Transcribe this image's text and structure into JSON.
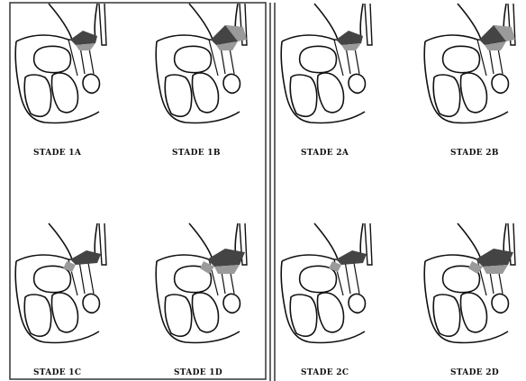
{
  "colors": {
    "background": "#ffffff",
    "line": "#111111",
    "ligament_dark": "#444444",
    "ligament_light": "#9a9a9a",
    "frame": "#333333"
  },
  "panels": {
    "left": {
      "stages": [
        {
          "code": "1A",
          "label": "STADE 1A"
        },
        {
          "code": "1B",
          "label": "STADE 1B"
        },
        {
          "code": "1C",
          "label": "STADE 1C"
        },
        {
          "code": "1D",
          "label": "STADE 1D"
        }
      ]
    },
    "right": {
      "stages": [
        {
          "code": "2A",
          "label": "STADE 2A"
        },
        {
          "code": "2B",
          "label": "STADE 2B"
        },
        {
          "code": "2C",
          "label": "STADE 2C"
        },
        {
          "code": "2D",
          "label": "STADE 2D"
        }
      ]
    }
  }
}
